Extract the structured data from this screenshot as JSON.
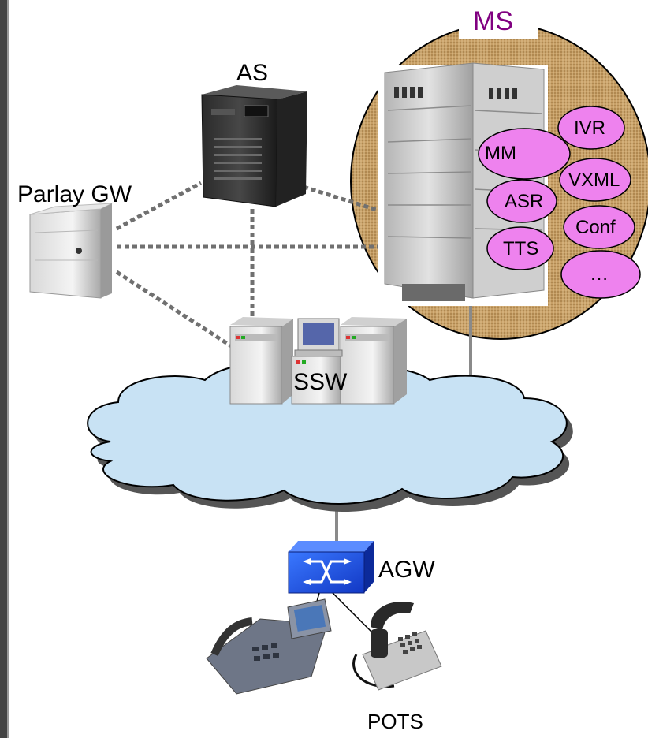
{
  "labels": {
    "ms": "MS",
    "as": "AS",
    "parlay_gw": "Parlay GW",
    "ssw": "SSW",
    "agw": "AGW",
    "pots": "POTS"
  },
  "ms_functions": {
    "ivr": "IVR",
    "mm": "MM",
    "vxml": "VXML",
    "asr": "ASR",
    "conf": "Conf",
    "tts": "TTS",
    "more": "…"
  },
  "colors": {
    "ms_label": "#800080",
    "bubble_fill": "#ee82ee",
    "cloud_fill": "#c8e2f4",
    "agw_blue": "#1a4fe0",
    "ms_circle_bg": "#c9a36b",
    "dotted_link": "#707070",
    "solid_link": "#8a8a8a"
  }
}
